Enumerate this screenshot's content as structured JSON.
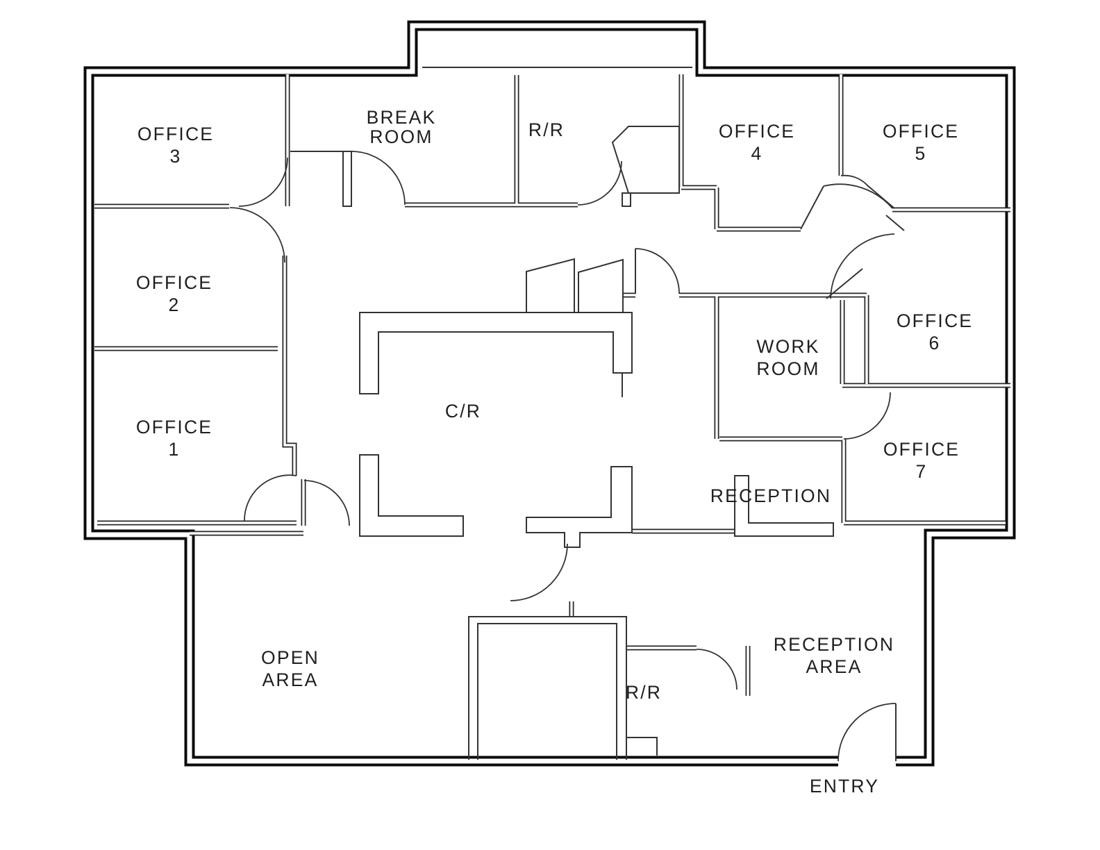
{
  "floorplan": {
    "title": "Office floor plan",
    "colors": {
      "background": "#ffffff",
      "wall": "#0b0b0b",
      "partition": "#262626",
      "line": "#333333",
      "text": "#1f1f1f"
    },
    "rooms": [
      {
        "id": "office-3",
        "lines": [
          "OFFICE",
          "3"
        ]
      },
      {
        "id": "break-room",
        "lines": [
          "BREAK",
          "ROOM"
        ]
      },
      {
        "id": "restroom-top",
        "lines": [
          "R/R"
        ]
      },
      {
        "id": "office-4",
        "lines": [
          "OFFICE",
          "4"
        ]
      },
      {
        "id": "office-5",
        "lines": [
          "OFFICE",
          "5"
        ]
      },
      {
        "id": "office-2",
        "lines": [
          "OFFICE",
          "2"
        ]
      },
      {
        "id": "office-6",
        "lines": [
          "OFFICE",
          "6"
        ]
      },
      {
        "id": "work-room",
        "lines": [
          "WORK",
          "ROOM"
        ]
      },
      {
        "id": "conference-room",
        "lines": [
          "C/R"
        ]
      },
      {
        "id": "office-1",
        "lines": [
          "OFFICE",
          "1"
        ]
      },
      {
        "id": "reception",
        "lines": [
          "RECEPTION"
        ]
      },
      {
        "id": "office-7",
        "lines": [
          "OFFICE",
          "7"
        ]
      },
      {
        "id": "open-area",
        "lines": [
          "OPEN",
          "AREA"
        ]
      },
      {
        "id": "restroom-bottom",
        "lines": [
          "R/R"
        ]
      },
      {
        "id": "reception-area",
        "lines": [
          "RECEPTION",
          "AREA"
        ]
      },
      {
        "id": "entry",
        "lines": [
          "ENTRY"
        ]
      }
    ]
  }
}
